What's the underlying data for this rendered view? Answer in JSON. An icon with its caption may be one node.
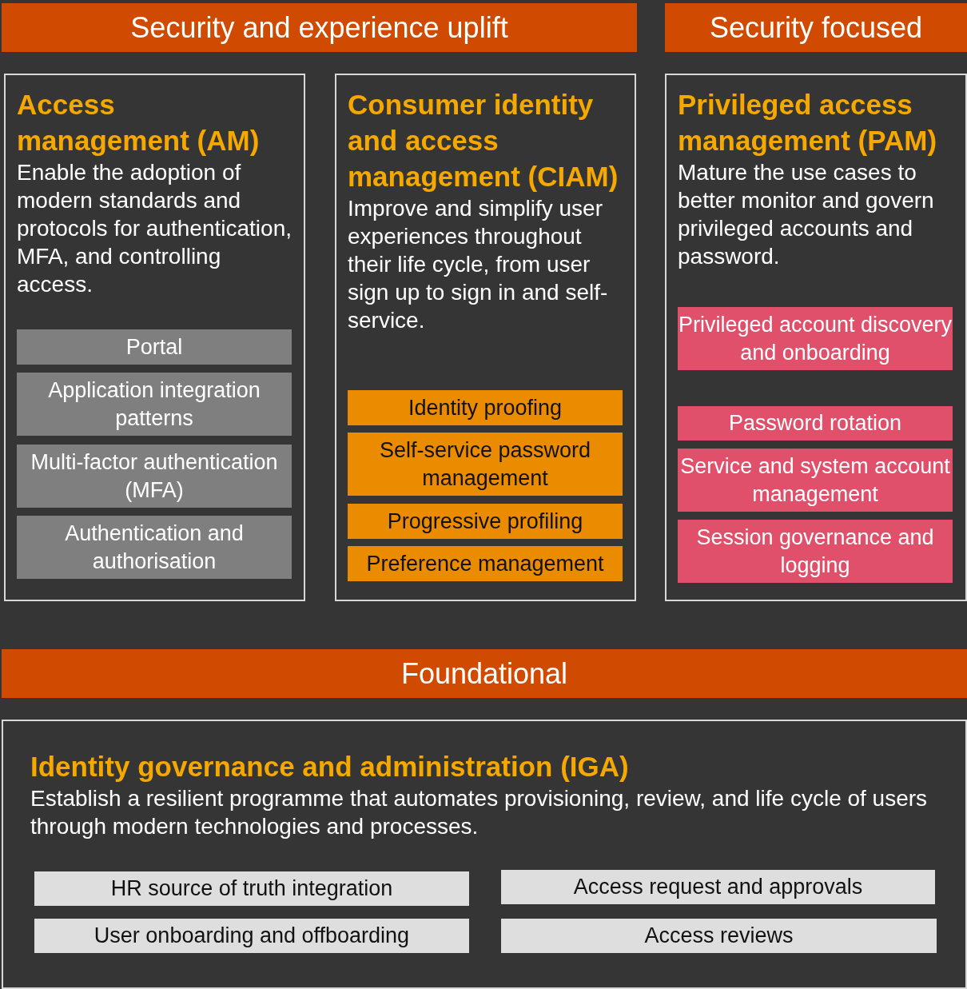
{
  "diagram": {
    "nodes": [
      {
        "text": [
          "Security and experience uplift"
        ]
      },
      {
        "text": [
          "Security focused"
        ]
      },
      {
        "text": [
          "Access management (AM)",
          "Enable the adoption of modern standards and protocols for authentication, MFA, and controlling access."
        ]
      },
      {
        "text": [
          "Portal"
        ],
        "in": 2
      },
      {
        "text": [
          "Application integration patterns"
        ],
        "in": 2
      },
      {
        "text": [
          "Multi-factor authentication (MFA)"
        ],
        "in": 2
      },
      {
        "text": [
          "Authentication and authorisation"
        ],
        "in": 2
      },
      {
        "text": [
          "Consumer identity and access management (CIAM)",
          "Improve and simplify user experiences throughout their life cycle, from user sign up to sign in and self-service."
        ]
      },
      {
        "text": [
          "Identity proofing"
        ],
        "in": 7
      },
      {
        "text": [
          "Self-service password management"
        ],
        "in": 7
      },
      {
        "text": [
          "Progressive profiling"
        ],
        "in": 7
      },
      {
        "text": [
          "Preference management"
        ],
        "in": 7
      },
      {
        "text": [
          "Privileged access management (PAM)",
          "Mature the use cases to better monitor and govern privileged accounts and password."
        ]
      },
      {
        "text": [
          "Privileged account discovery and onboarding"
        ],
        "in": 12
      },
      {
        "text": [
          "Password rotation"
        ],
        "in": 12
      },
      {
        "text": [
          "Service and system account management"
        ],
        "in": 12
      },
      {
        "text": [
          "Session governance and logging"
        ],
        "in": 12
      },
      {
        "text": [
          "Foundational"
        ]
      },
      {
        "text": [
          "Identity governance and administration (IGA)",
          "Establish a resilient programme that automates provisioning, review, and life cycle of users through modern technologies and processes."
        ]
      },
      {
        "text": [
          "HR source of truth integration"
        ],
        "in": 18
      },
      {
        "text": [
          "Access request and approvals"
        ],
        "in": 18
      },
      {
        "text": [
          "User onboarding and offboarding"
        ],
        "in": 18
      },
      {
        "text": [
          "Access reviews"
        ],
        "in": 18
      }
    ]
  }
}
